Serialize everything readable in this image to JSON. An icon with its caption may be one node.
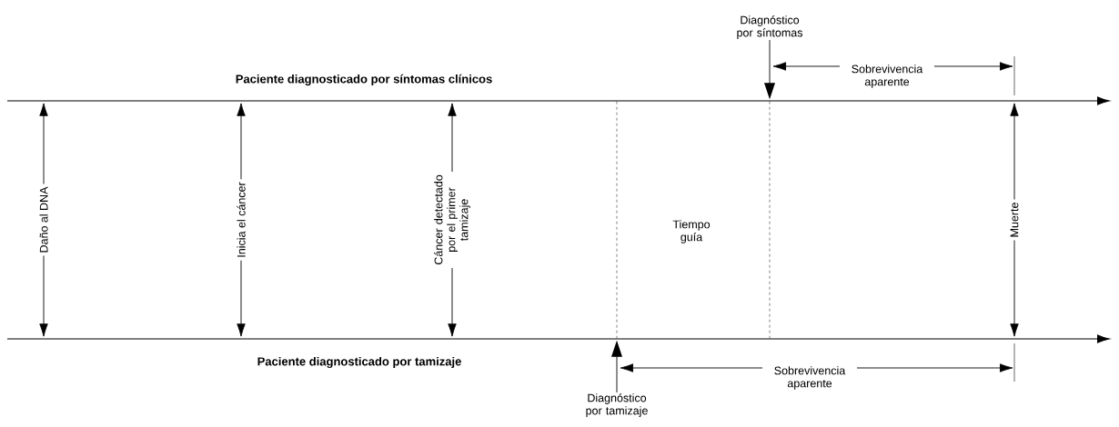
{
  "diagram": {
    "nodes": [
      {
        "text": [
          "Paciente diagnosticado por síntomas clínicos"
        ]
      },
      {
        "text": [
          "Paciente diagnosticado por tamizaje"
        ]
      },
      {
        "text": [
          "Diagnóstico por síntomas"
        ]
      },
      {
        "text": [
          "Diagnóstico por tamizaje"
        ]
      }
    ],
    "edges": [
      {
        "from": 0,
        "to": 1,
        "arrow": "both",
        "label": "Daño al DNA"
      },
      {
        "from": 0,
        "to": 1,
        "arrow": "both",
        "label": "Inicia el cáncer"
      },
      {
        "from": 0,
        "to": 1,
        "arrow": "both",
        "label": "Cáncer detectado por el primer tamizaje"
      },
      {
        "from": 0,
        "to": 1,
        "arrow": "none",
        "style": "dashed"
      },
      {
        "from": 0,
        "to": 1,
        "arrow": "none",
        "style": "dashed"
      },
      {
        "from": 0,
        "to": 1,
        "arrow": "both",
        "label": "Muerte"
      },
      {
        "from": 2,
        "to": 0,
        "arrow": "to"
      },
      {
        "from": 3,
        "to": 1,
        "arrow": "to"
      }
    ],
    "labels": [
      "Sobrevivencia aparente",
      "Tiempo guía",
      "Sobrevivencia aparente"
    ]
  }
}
